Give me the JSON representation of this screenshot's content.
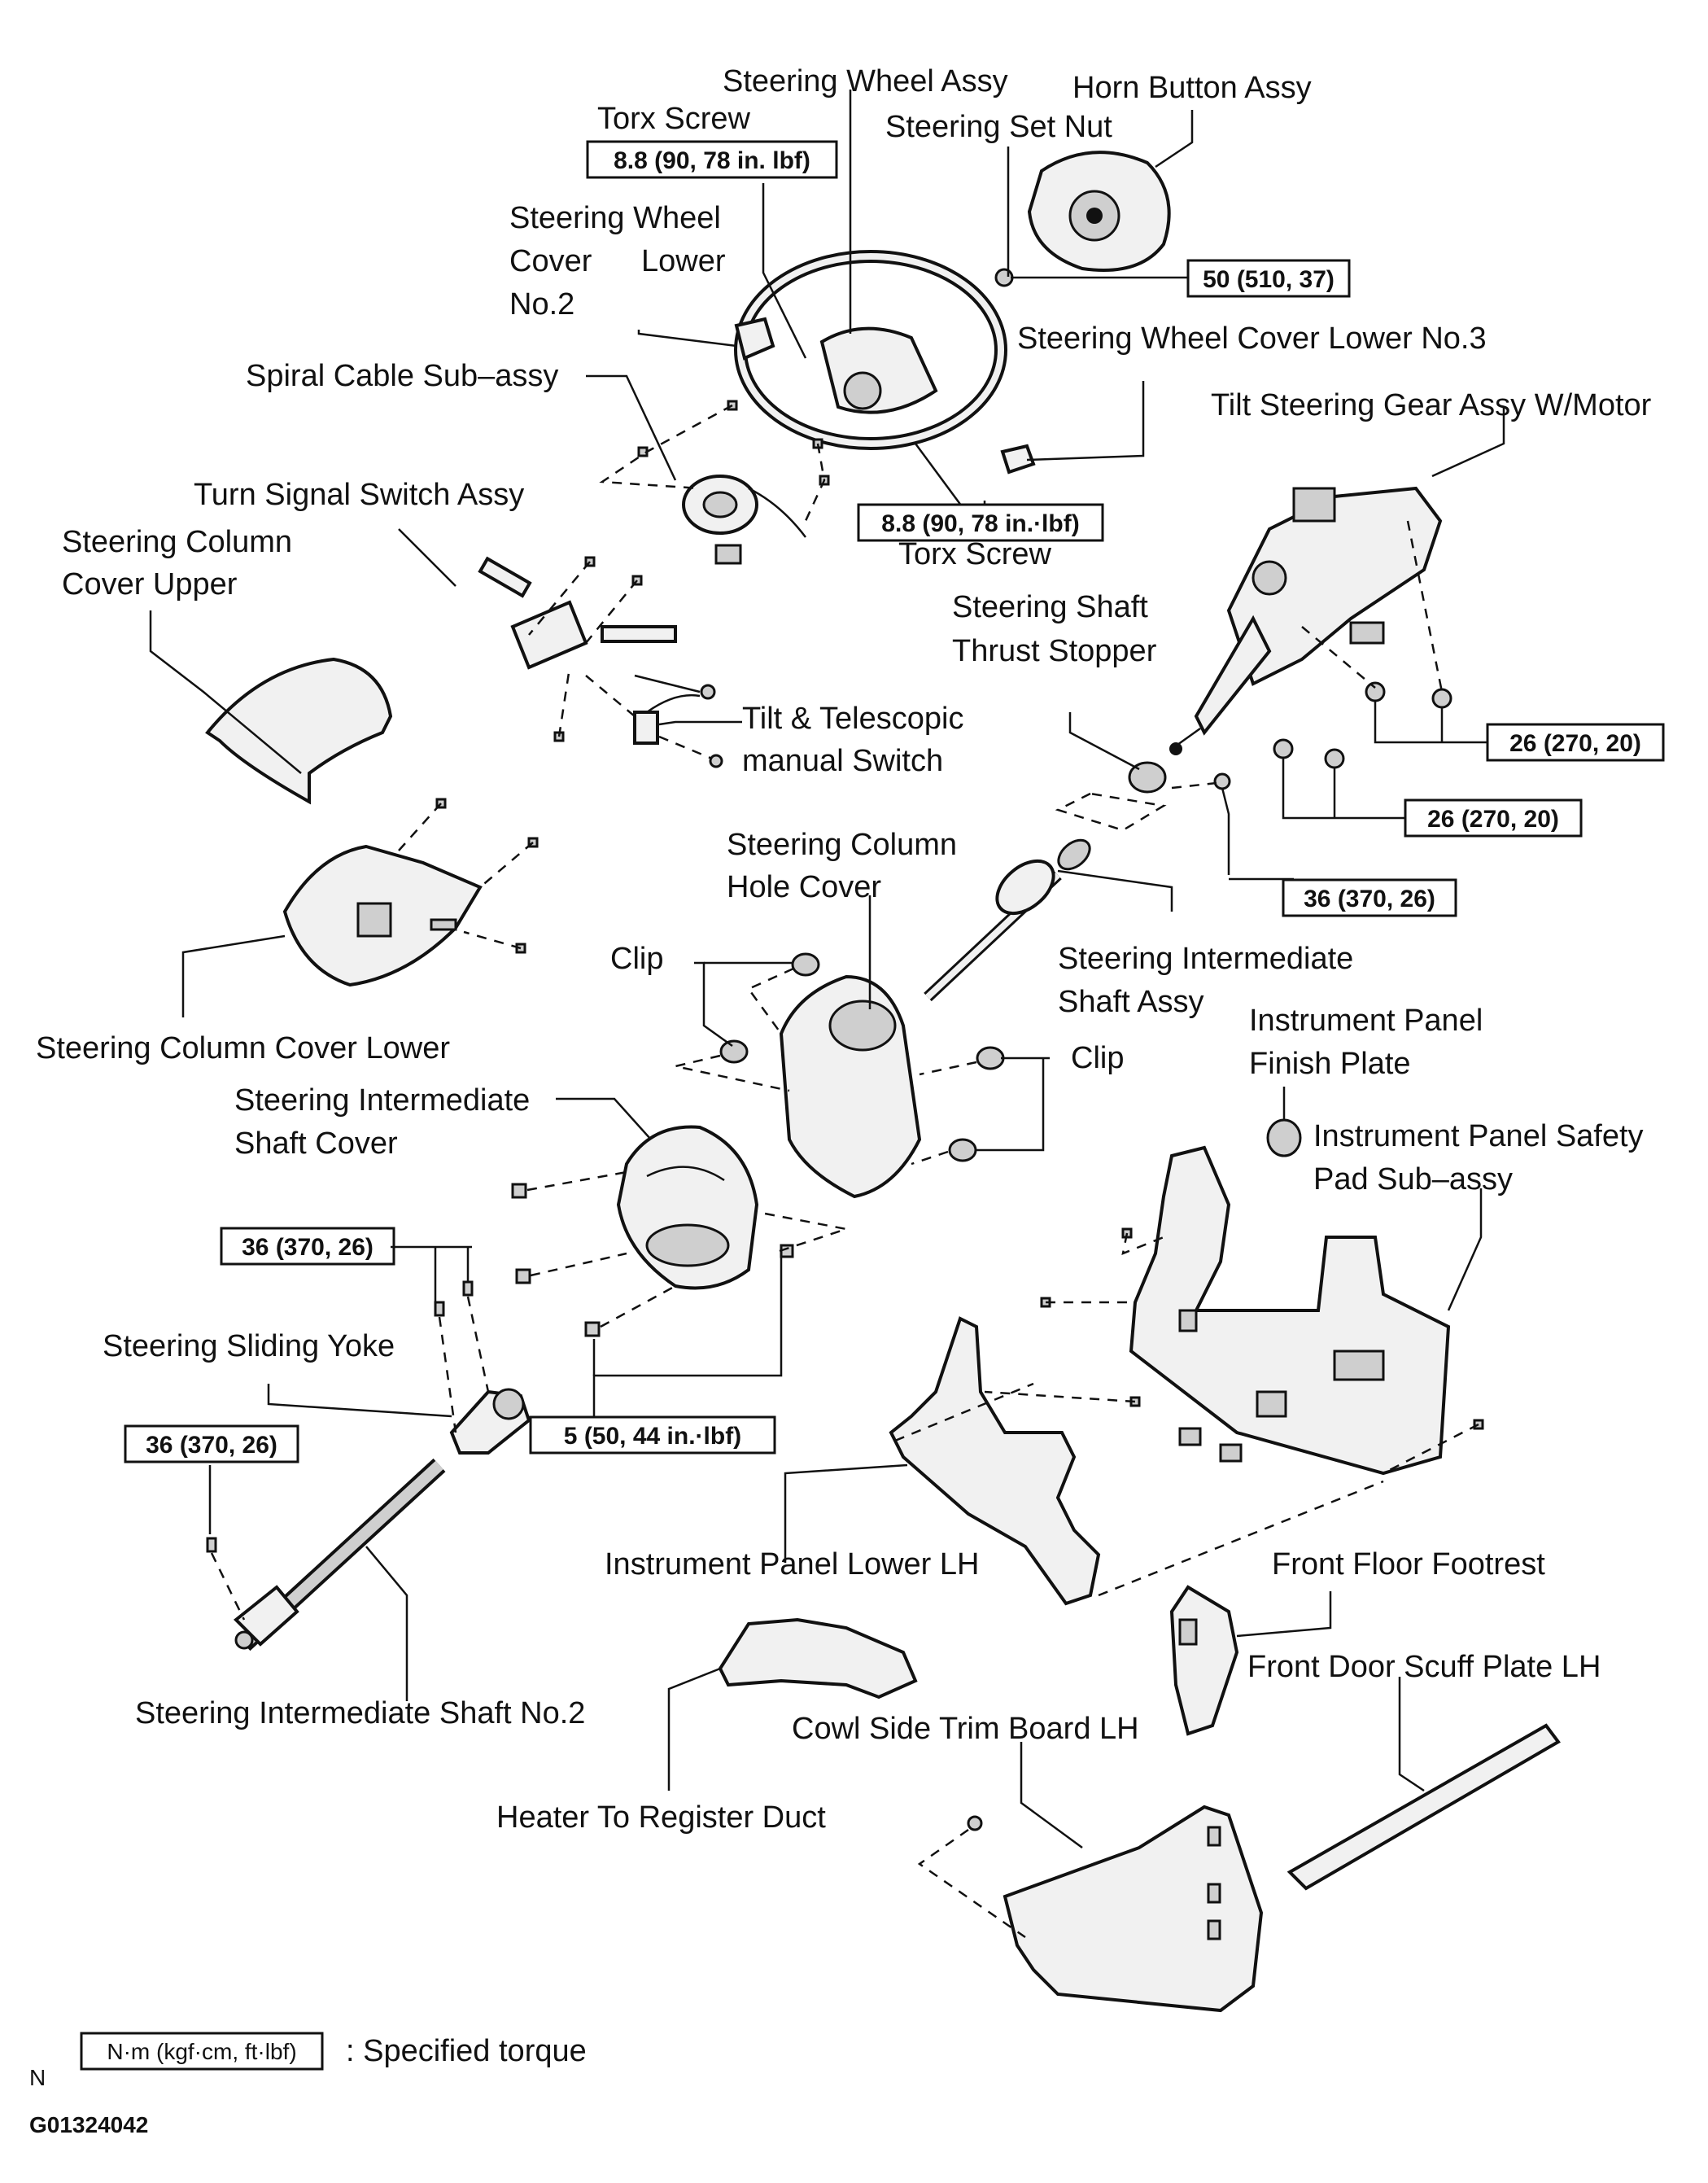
{
  "labels": {
    "steering_wheel_assy": "Steering Wheel Assy",
    "horn_button_assy": "Horn Button Assy",
    "torx_screw_top": "Torx Screw",
    "steering_set_nut": "Steering Set Nut",
    "steering_wheel_cover_lower_no2_line1": "Steering Wheel",
    "steering_wheel_cover_lower_no2_line2a": "Cover",
    "steering_wheel_cover_lower_no2_line2b": "Lower",
    "steering_wheel_cover_lower_no2_line3": "No.2",
    "steering_wheel_cover_lower_no3": "Steering Wheel Cover Lower No.3",
    "spiral_cable": "Spiral Cable Sub–assy",
    "tilt_steering_gear": "Tilt Steering Gear Assy W/Motor",
    "turn_signal_switch": "Turn Signal Switch Assy",
    "torx_screw_bottom": "Torx Screw",
    "column_cover_upper_line1": "Steering Column",
    "column_cover_upper_line2": "Cover Upper",
    "shaft_thrust_stopper_line1": "Steering Shaft",
    "shaft_thrust_stopper_line2": "Thrust Stopper",
    "tilt_switch_line1": "Tilt & Telescopic",
    "tilt_switch_line2": "manual Switch",
    "hole_cover_line1": "Steering Column",
    "hole_cover_line2": "Hole Cover",
    "clip_left": "Clip",
    "intermediate_shaft_assy_line1": "Steering Intermediate",
    "intermediate_shaft_assy_line2": "Shaft Assy",
    "column_cover_lower": "Steering Column Cover Lower",
    "finish_plate_line1": "Instrument Panel",
    "finish_plate_line2": "Finish Plate",
    "clip_right": "Clip",
    "intermediate_shaft_cover_line1": "Steering Intermediate",
    "intermediate_shaft_cover_line2": "Shaft Cover",
    "safety_pad_line1": "Instrument Panel Safety",
    "safety_pad_line2": "Pad Sub–assy",
    "sliding_yoke": "Steering Sliding Yoke",
    "panel_lower_lh": "Instrument Panel Lower LH",
    "front_floor_footrest": "Front Floor Footrest",
    "intermediate_shaft_no2": "Steering Intermediate Shaft No.2",
    "front_door_scuff": "Front Door Scuff Plate LH",
    "cowl_side_trim": "Cowl Side Trim Board LH",
    "heater_duct": "Heater To Register Duct"
  },
  "torques": {
    "torx_top": "8.8 (90, 78 in. lbf)",
    "set_nut": "50 (510, 37)",
    "torx_bottom": "8.8 (90, 78 in.·lbf)",
    "tilt_gear_upper": "26 (270, 20)",
    "tilt_gear_lower": "26 (270, 20)",
    "thrust_stopper": "36 (370, 26)",
    "sliding_yoke": "36 (370, 26)",
    "shaft_cover": "5 (50, 44 in.·lbf)",
    "shaft_no2": "36 (370, 26)"
  },
  "legend": {
    "unit_box": "N·m (kgf·cm, ft·lbf)",
    "text": ": Specified torque",
    "mark": "N"
  },
  "figure_id": "G01324042"
}
